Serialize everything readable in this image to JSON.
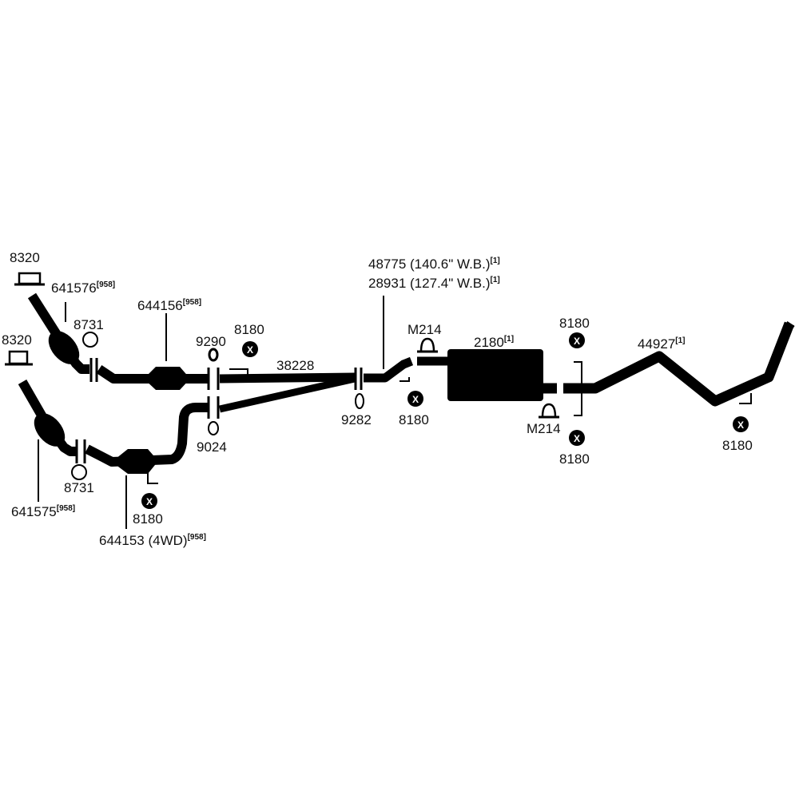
{
  "diagram": {
    "parts": {
      "clamp_8320_upper": "8320",
      "clamp_8320_lower": "8320",
      "manifold_pipe_641576": "641576",
      "manifold_pipe_641575": "641575",
      "gasket_8731_upper": "8731",
      "gasket_8731_lower": "8731",
      "converter_644156": "644156",
      "converter_644153": "644153 (4WD)",
      "gasket_9290": "9290",
      "gasket_9024": "9024",
      "ypipe_38228": "38228",
      "gasket_9282": "9282",
      "intermediate_48775": "48775 (140.6\" W.B.)",
      "intermediate_28931": "28931 (127.4\" W.B.)",
      "clamp_m214_upper": "M214",
      "clamp_m214_lower": "M214",
      "muffler_2180": "2180",
      "tailpipe_44927": "44927",
      "hanger_8180": "8180"
    },
    "footnotes": {
      "n958": "[958]",
      "n1": "[1]"
    },
    "color": "#000000"
  }
}
